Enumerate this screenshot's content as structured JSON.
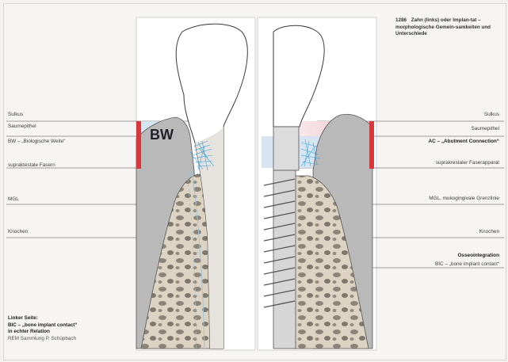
{
  "caption": {
    "number": "1286",
    "text": "Zahn (links) oder Implan-tat – morphologische Gemein-samkeiten und Unterschiede"
  },
  "left_labels": [
    "Sulkus",
    "Saumepithel",
    "BW – „Biologische Weite“",
    "supraktestale Fasern",
    "MGL",
    "Knochen"
  ],
  "right_labels": [
    "Sulkus",
    "Saumepithel",
    "AC – „Abutment Connection“",
    "suprakrestaler Faserapparat",
    "MGL, mukogingivale Grenzlinie",
    "Knochen",
    "Osseointegration",
    "BIC – „bone implant contact“"
  ],
  "diagram_labels": {
    "bw": "BW"
  },
  "bottom_note": {
    "line1": "Linker Seite:",
    "line2": "BIC – „bone implant contact“",
    "line3": "in echter Relation",
    "line4": "REM Sammlung P. Schüpbach"
  },
  "colors": {
    "red_marker": "#d8373d",
    "blue_band": "#cfe0ee",
    "pink_band": "#f4d6db",
    "fibers": "#3aa0d8",
    "bone": "#ddd3c3",
    "gingiva": "#b9b9b9"
  }
}
